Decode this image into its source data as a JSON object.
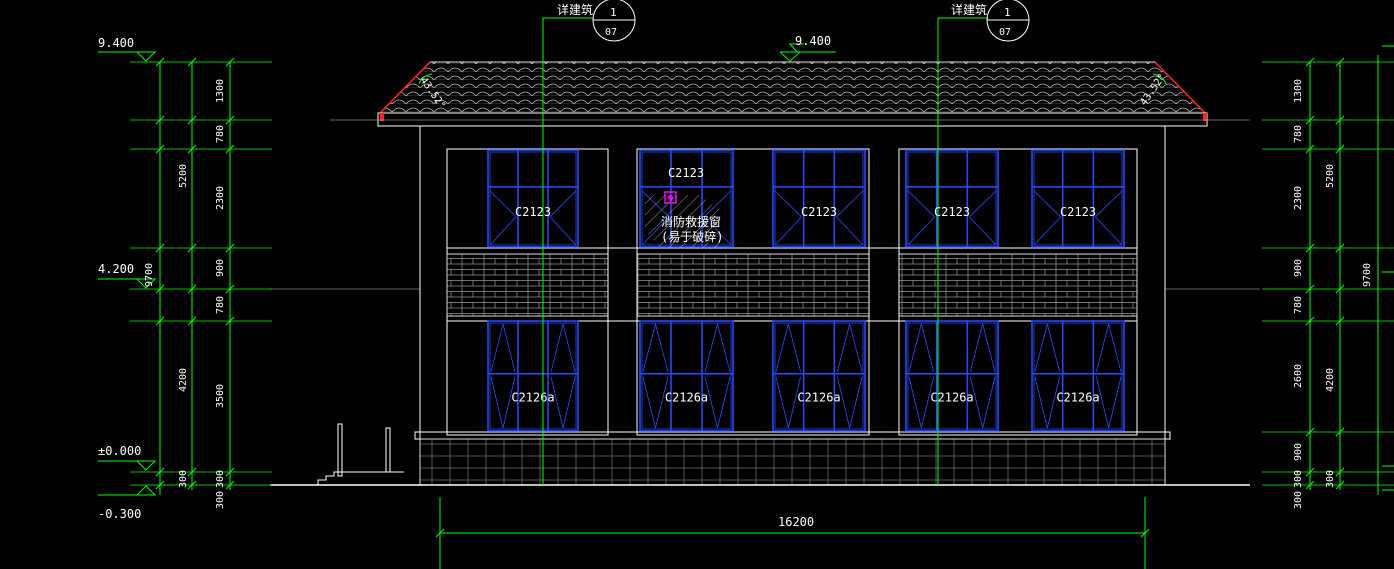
{
  "callouts": [
    {
      "label": "详建筑",
      "num": "1",
      "sheet": "07"
    },
    {
      "label": "详建筑",
      "num": "1",
      "sheet": "07"
    }
  ],
  "roof_slope": [
    "43.52°",
    "43.52°"
  ],
  "ridge_elevation": "9.400",
  "elevations": {
    "top": "9.400",
    "second_floor": "4.200",
    "ground": "±0.000",
    "grade": "-0.300"
  },
  "dims_left_outer": [
    "5200",
    "4200",
    "300"
  ],
  "dims_left_inner": [
    "1300",
    "780",
    "2300",
    "900",
    "780",
    "3500",
    "300"
  ],
  "dims_left_total": "9700",
  "dims_right_outer": [
    "5200",
    "4200",
    "300"
  ],
  "dims_right_inner": [
    "1300",
    "780",
    "2300",
    "900",
    "780",
    "2600",
    "900",
    "300"
  ],
  "dims_right_total": "9700",
  "dims_bottom_small": [
    "300",
    "300"
  ],
  "overall_width": "16200",
  "window_upper": [
    "C2123",
    "C2123",
    "C2123",
    "C2123",
    "C2123"
  ],
  "window_lower": [
    "C2126a",
    "C2126a",
    "C2126a",
    "C2126a",
    "C2126a"
  ],
  "rescue_window_line1": "消防救援窗",
  "rescue_window_line2": "(易于破碎)",
  "colors": {
    "background": "#000000",
    "linework": "#ffffff",
    "dimension": "#00ff00",
    "window": "#2a4cff",
    "roof_edge": "#ff2020",
    "rescue_marker": "#ff00ff"
  }
}
